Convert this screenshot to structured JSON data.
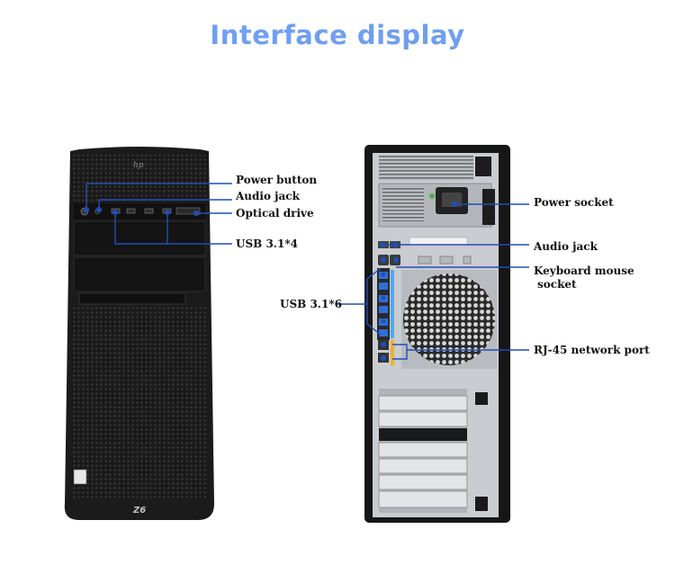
{
  "title": "Interface display",
  "front": {
    "logo": "hp",
    "model_badge": "Z6",
    "labels": {
      "power_button": "Power button",
      "audio_jack": "Audio jack",
      "optical_drive": "Optical drive",
      "usb": "USB 3.1*4"
    }
  },
  "rear": {
    "labels": {
      "power_socket": "Power socket",
      "audio_jack": "Audio jack",
      "keyboard_mouse_1": "Keyboard mouse",
      "keyboard_mouse_2": "socket",
      "usb": "USB 3.1*6",
      "rj45": "RJ-45 network port"
    }
  },
  "colors": {
    "title": "#6f9ff0",
    "callout": "#1f4fb8",
    "chassis": "#1c1c1c",
    "rear_panel": "#c9ccd0"
  }
}
